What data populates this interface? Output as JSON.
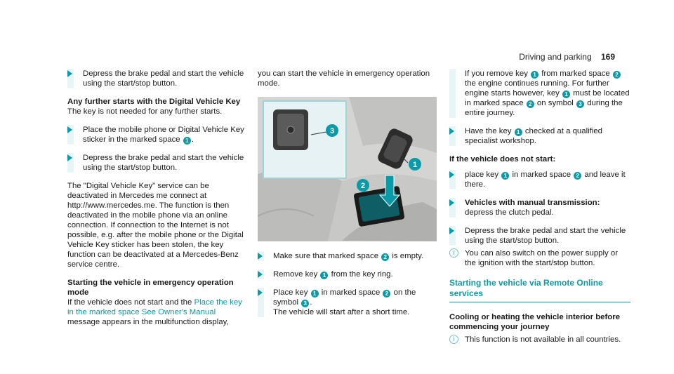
{
  "header": {
    "section": "Driving and parking",
    "page": "169"
  },
  "col1": {
    "step1": "Depress the brake pedal and start the vehicle using the start/stop button.",
    "heading1": "Any further starts with the Digital Vehicle Key",
    "para1": "The key is not needed for any further starts.",
    "step2_a": "Place the mobile phone or Digital Vehicle Key sticker in the marked space",
    "step2_b": ".",
    "step3": "Depress the brake pedal and start the vehicle using the start/stop button.",
    "para2": "The \"Digital Vehicle Key\" service can be deactivated in Mercedes me connect at http://www.mercedes.me. The function is then deactivated in the mobile phone via an online connection. If connection to the Internet is not possible, e.g. after the mobile phone or the Digital Vehicle Key sticker has been stolen, the key function can be deactivated at a Mercedes-Benz service centre.",
    "heading2": "Starting the vehicle in emergency operation mode",
    "para3_a": "If the vehicle does not start and the",
    "para3_link": "Place the key in the marked space See Owner's Manual",
    "para3_b": "message appears in the multifunction display,"
  },
  "col2": {
    "intro": "you can start the vehicle in emergency operation mode.",
    "step1_a": "Make sure that marked space",
    "step1_b": "is empty.",
    "step2_a": "Remove key",
    "step2_b": "from the key ring.",
    "step3_a": "Place key",
    "step3_b": "in marked space",
    "step3_c": "on the symbol",
    "step3_d": ".",
    "step3_e": "The vehicle will start after a short time."
  },
  "col3": {
    "cont_a": "If you remove key",
    "cont_b": "from marked space",
    "cont_c": "the engine continues running. For further engine starts however, key",
    "cont_d": "must be located in marked space",
    "cont_e": "on symbol",
    "cont_f": "during the entire journey.",
    "step1_a": "Have the key",
    "step1_b": "checked at a qualified specialist workshop.",
    "heading1": "If the vehicle does not start:",
    "step2_a": "place key",
    "step2_b": "in marked space",
    "step2_c": "and leave it there.",
    "step3_h": "Vehicles with manual transmission:",
    "step3_t": "depress the clutch pedal.",
    "step4": "Depress the brake pedal and start the vehicle using the start/stop button.",
    "info1": "You can also switch on the power supply or the ignition with the start/stop button.",
    "section_title": "Starting the vehicle via Remote Online services",
    "heading2": "Cooling or heating the vehicle interior before commencing your journey",
    "info2": "This function is not available in all countries."
  },
  "bullets": {
    "n1": "1",
    "n2": "2",
    "n3": "3"
  },
  "colors": {
    "accent": "#0a9aa8",
    "info": "#7bbfc6"
  }
}
